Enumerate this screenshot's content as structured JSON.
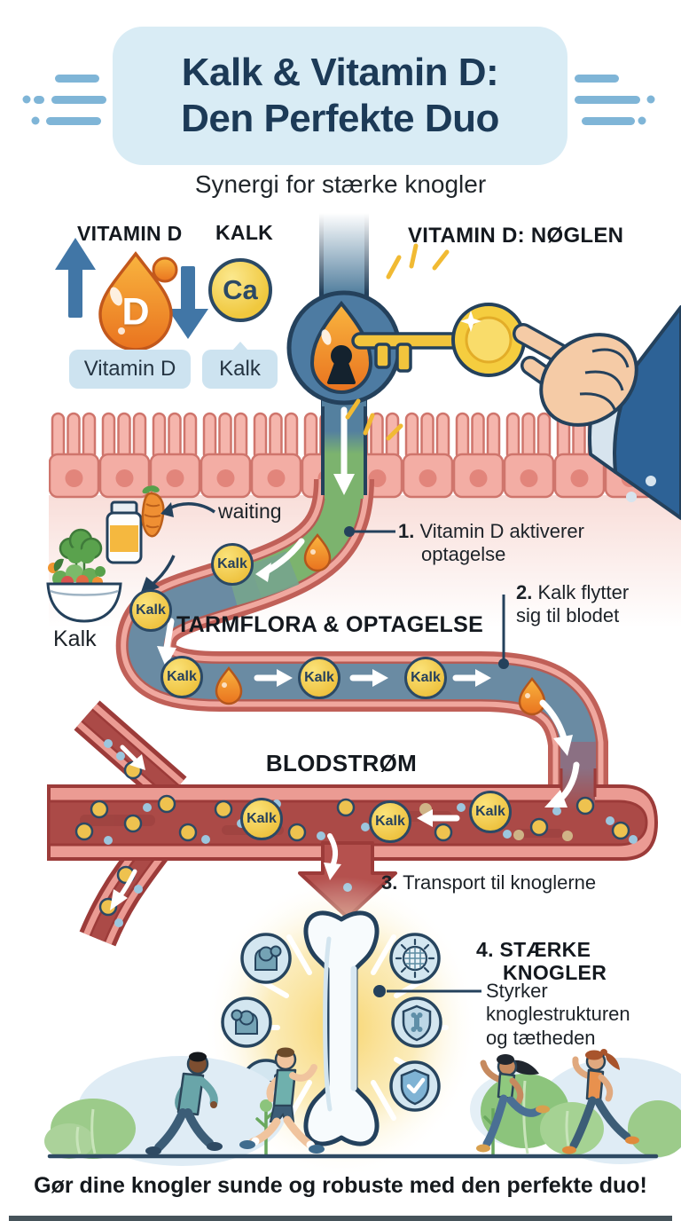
{
  "page": {
    "title_line1": "Kalk & Vitamin D:",
    "title_line2": "Den Perfekte Duo",
    "subtitle": "Synergi for stærke knogler",
    "footer_message": "Gør dine knogler sunde og robuste med den perfekte duo!"
  },
  "intro": {
    "vitamin_d_heading": "VITAMIN D",
    "kalk_heading": "KALK",
    "drop_symbol": "D",
    "calcium_symbol": "Ca",
    "vitamin_d_pill": "Vitamin D",
    "kalk_pill": "Kalk"
  },
  "key_section": {
    "heading": "VITAMIN D: NØGLEN"
  },
  "gut_section": {
    "waiting_label": "waiting",
    "food_kalk_label": "Kalk",
    "heading": "TARMFLORA & OPTAGELSE",
    "step1_number": "1.",
    "step1_text": "Vitamin D aktiverer optagelse",
    "step2_number": "2.",
    "step2_text": "Kalk flytter sig til blodet",
    "particle_label": "Kalk"
  },
  "blood_section": {
    "heading": "BLODSTRØM",
    "step3_number": "3.",
    "step3_text": "Transport til knoglerne",
    "particle_label": "Kalk"
  },
  "bone_section": {
    "step4_title": "4. STÆRKE KNOGLER",
    "step4_description": "Styrker knoglestrukturen og tætheden",
    "icons": [
      "biceps-icon",
      "flexed-arm-icon",
      "dumbbell-icon",
      "bone-matrix-icon",
      "bone-shield-icon",
      "shield-check-icon"
    ]
  },
  "colors": {
    "title_text": "#1c3a57",
    "title_background": "#d9ecf5",
    "accent_blue": "#4176a6",
    "vitamin_d_orange": "#f08c1f",
    "calcium_yellow": "#f0c83e",
    "intestine_pink": "#f3ada4",
    "tube_green": "#7cb36e",
    "tube_blue": "#6a8ba3",
    "blood_red": "#b5514e",
    "outline_navy": "#2b4965",
    "glow_yellow": "#f7d169"
  }
}
